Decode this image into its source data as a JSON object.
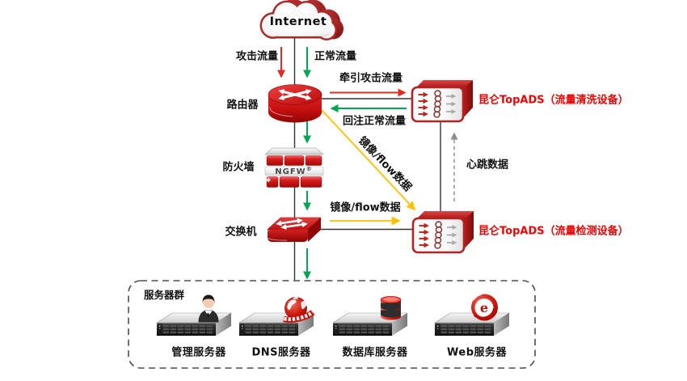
{
  "colors": {
    "brand_red": "#c00000",
    "label_red": "#ec0000",
    "arrow_red": "#e02b20",
    "arrow_green": "#00a651",
    "arrow_yellow": "#ffc000",
    "arrow_gray": "#8c8c8c",
    "line_black": "#333333",
    "text_black": "#111111"
  },
  "internet": {
    "label": "Internet"
  },
  "flows": {
    "attack": "攻击流量",
    "normal": "正常流量",
    "divert": "牵引攻击流量",
    "reinject": "回注正常流量",
    "mirror_diagonal": "镜像/flow数据",
    "mirror_horizontal": "镜像/flow数据",
    "heartbeat": "心跳数据"
  },
  "devices": {
    "router": {
      "label": "路由器"
    },
    "firewall": {
      "label": "防火墙",
      "badge": "NGFW",
      "badge_mark": "®"
    },
    "switch": {
      "label": "交换机"
    },
    "ads_cleaner": {
      "label": "昆仑TopADS（流量清洗设备）"
    },
    "ads_detector": {
      "label": "昆仑TopADS（流量检测设备）"
    }
  },
  "server_group": {
    "title": "服务器群",
    "servers": [
      {
        "label": "管理服务器",
        "icon": "admin-person-icon"
      },
      {
        "label": "DNS服务器",
        "icon": "globe-icon"
      },
      {
        "label": "数据库服务器",
        "icon": "database-icon"
      },
      {
        "label": "Web服务器",
        "icon": "ie-browser-icon",
        "icon_letter": "e"
      }
    ]
  }
}
